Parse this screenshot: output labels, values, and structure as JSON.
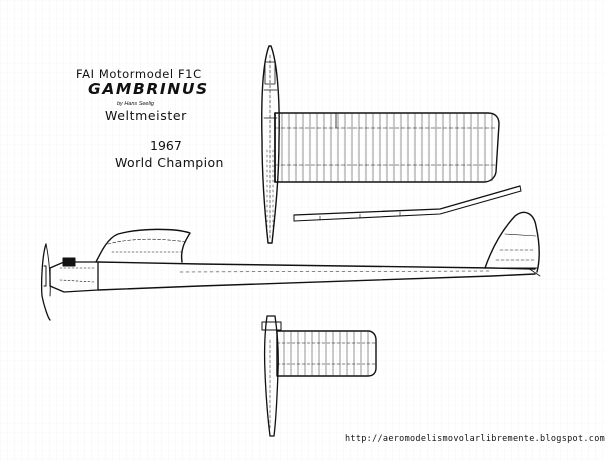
{
  "heading": {
    "category": "FAI Motormodel F1C",
    "model_name": "GAMBRINUS",
    "designer": "by Hans Seelig",
    "award": "Weltmeister",
    "year": "1967",
    "world_title": "World Champion"
  },
  "footer": {
    "source_url": "http://aeromodelismovolarlibremente.blogspot.com/"
  },
  "drawing": {
    "ink_color": "#111111",
    "paper_color": "#ffffff",
    "views": [
      "fuselage-top-view",
      "wing-half-plan",
      "wing-dihedral-view",
      "side-view",
      "stabilizer-plan"
    ]
  }
}
